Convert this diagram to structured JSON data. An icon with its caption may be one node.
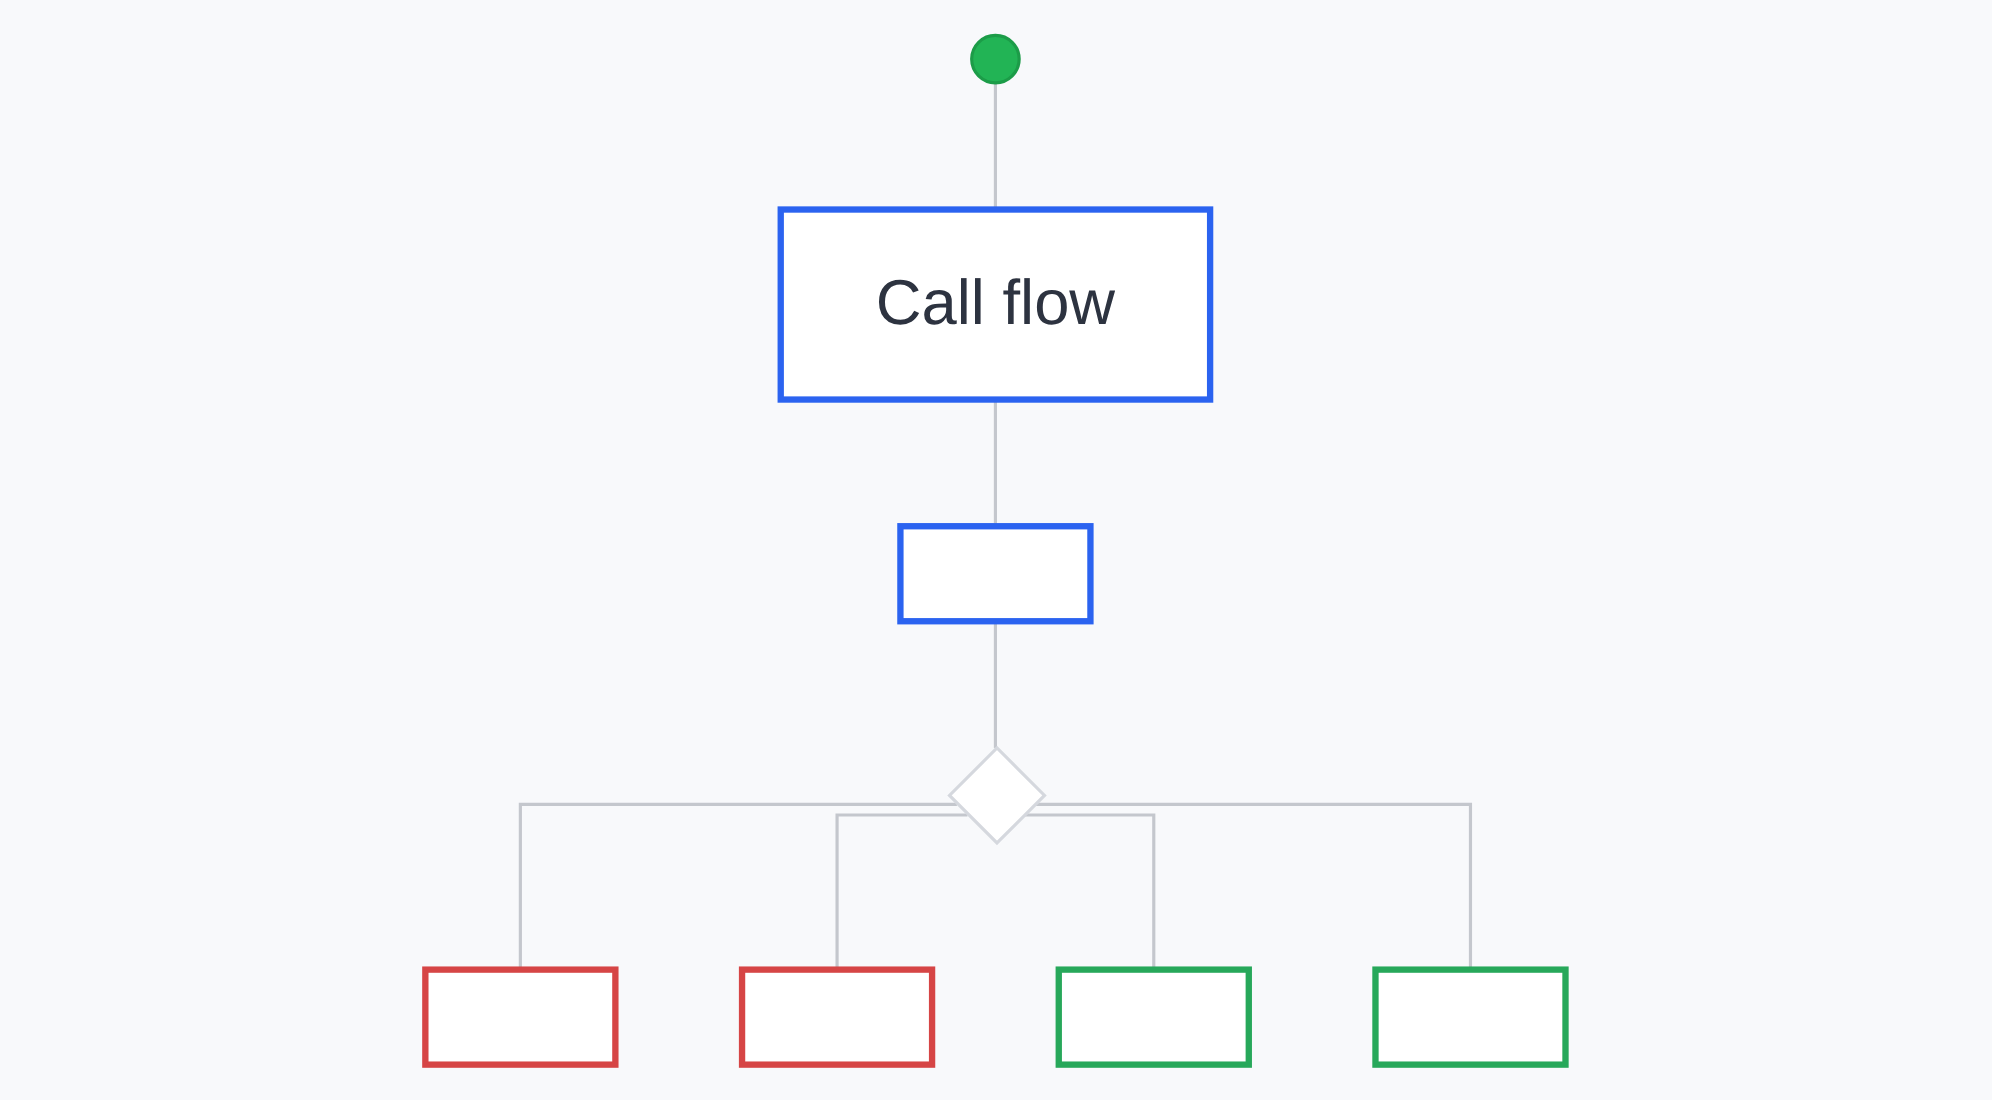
{
  "diagram": {
    "nodes": [
      {
        "text": [],
        "shape": "circle"
      },
      {
        "text": [
          "Call flow"
        ]
      },
      {
        "text": [],
        "shape": "box"
      },
      {
        "text": [],
        "shape": "diamond"
      },
      {
        "text": [],
        "shape": "box"
      },
      {
        "text": [],
        "shape": "box"
      },
      {
        "text": [],
        "shape": "box"
      },
      {
        "text": [],
        "shape": "box"
      }
    ],
    "edges": [
      {
        "from": 0,
        "to": 1,
        "arrow": "none"
      },
      {
        "from": 1,
        "to": 2,
        "arrow": "none"
      },
      {
        "from": 2,
        "to": 3,
        "arrow": "none"
      },
      {
        "from": 3,
        "to": 4,
        "arrow": "none"
      },
      {
        "from": 3,
        "to": 5,
        "arrow": "none"
      },
      {
        "from": 3,
        "to": 6,
        "arrow": "none"
      },
      {
        "from": 3,
        "to": 7,
        "arrow": "none"
      }
    ]
  }
}
